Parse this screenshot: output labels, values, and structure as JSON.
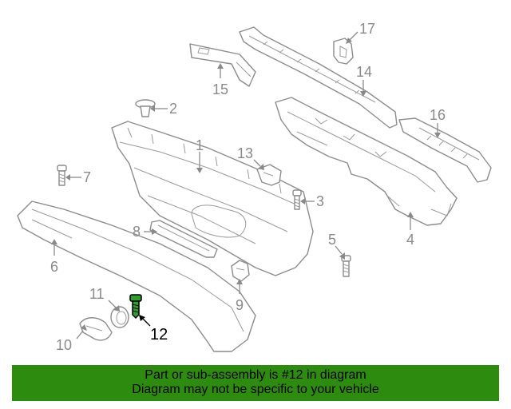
{
  "diagram": {
    "callouts": {
      "c1": "1",
      "c2": "2",
      "c3": "3",
      "c4": "4",
      "c5": "5",
      "c6": "6",
      "c7": "7",
      "c8": "8",
      "c9": "9",
      "c10": "10",
      "c11": "11",
      "c12": "12",
      "c13": "13",
      "c14": "14",
      "c15": "15",
      "c16": "16",
      "c17": "17"
    },
    "highlighted_part": "12",
    "colors": {
      "highlight": "#2e9e2e",
      "banner": "#2d8b0f",
      "line": "#8c8c8c"
    }
  },
  "banner": {
    "line1": "Part or sub-assembly is #12 in diagram",
    "line2": "Diagram may not be specific to your vehicle"
  }
}
